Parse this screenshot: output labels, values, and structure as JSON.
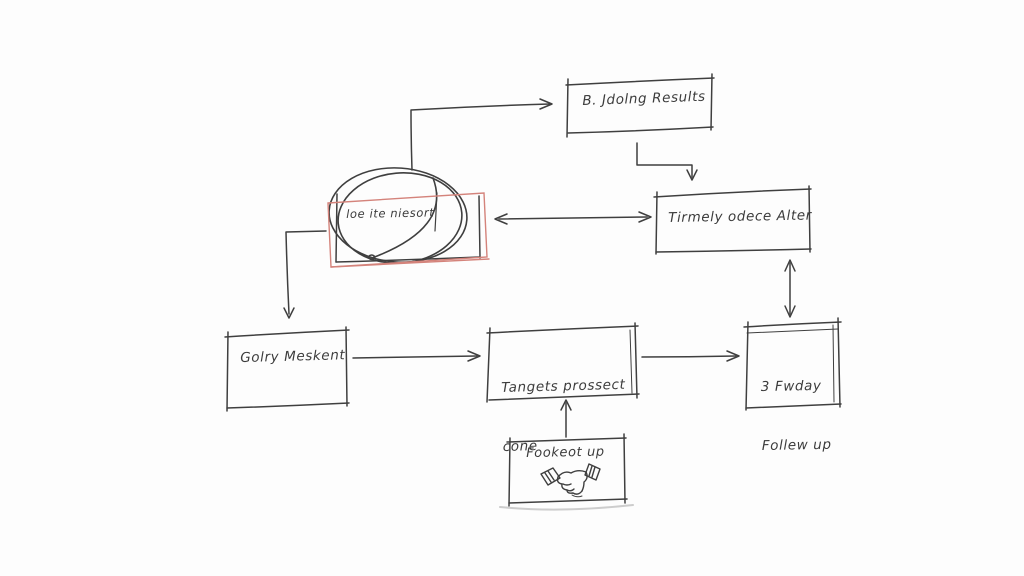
{
  "canvas": {
    "background": "#fdfdfd",
    "ink_color": "#3f3f3f",
    "accent_red": "#d4837b"
  },
  "diagram": {
    "type": "hand-drawn flowchart",
    "nodes": {
      "results": {
        "label": "B. Jdolng Results"
      },
      "highlight": {
        "label": "loe ite niesort",
        "decoration": "red box outline with dark scribbled ellipse"
      },
      "timely": {
        "label": "Tirmely odece Alter"
      },
      "goly": {
        "label": "Golry Meskent"
      },
      "target": {
        "label_line1": "Tangets prossect",
        "label_line2": "cone"
      },
      "friday": {
        "label_line1": "3 Fwday",
        "label_line2": "Follew up"
      },
      "handshake": {
        "label": "Fookeot up",
        "icon": "handshake-icon"
      }
    },
    "connections": [
      {
        "from": "highlight",
        "to": "results",
        "style": "elbow",
        "arrowheads": "single"
      },
      {
        "from": "results",
        "to": "timely",
        "style": "elbow",
        "arrowheads": "single"
      },
      {
        "from": "highlight",
        "to": "timely",
        "style": "straight",
        "arrowheads": "double"
      },
      {
        "from": "timely",
        "to": "friday",
        "style": "straight",
        "arrowheads": "double"
      },
      {
        "from": "highlight",
        "to": "goly",
        "style": "elbow",
        "arrowheads": "single"
      },
      {
        "from": "goly",
        "to": "target",
        "style": "straight",
        "arrowheads": "single"
      },
      {
        "from": "target",
        "to": "friday",
        "style": "straight",
        "arrowheads": "single"
      },
      {
        "from": "handshake",
        "to": "target",
        "style": "straight",
        "arrowheads": "single"
      }
    ]
  }
}
